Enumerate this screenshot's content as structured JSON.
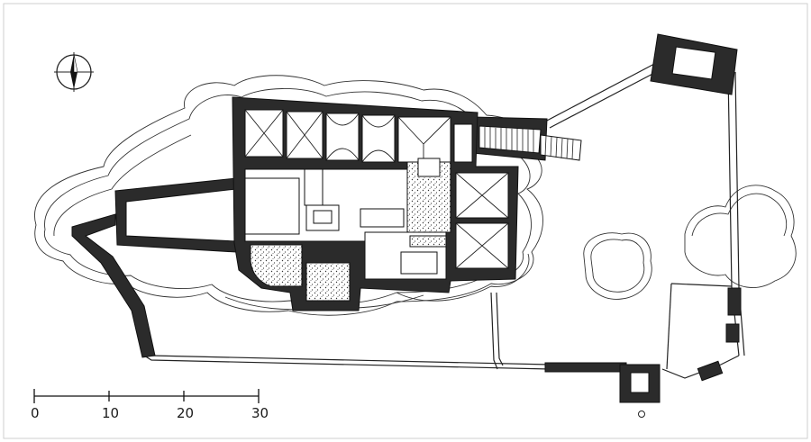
{
  "scale_bar": {
    "ticks": [
      "0",
      "10",
      "20",
      "30"
    ]
  },
  "compass": {
    "icon": "north-arrow-icon"
  },
  "colors": {
    "wall": "#2b2b2b",
    "line": "#222222",
    "background": "#ffffff"
  }
}
